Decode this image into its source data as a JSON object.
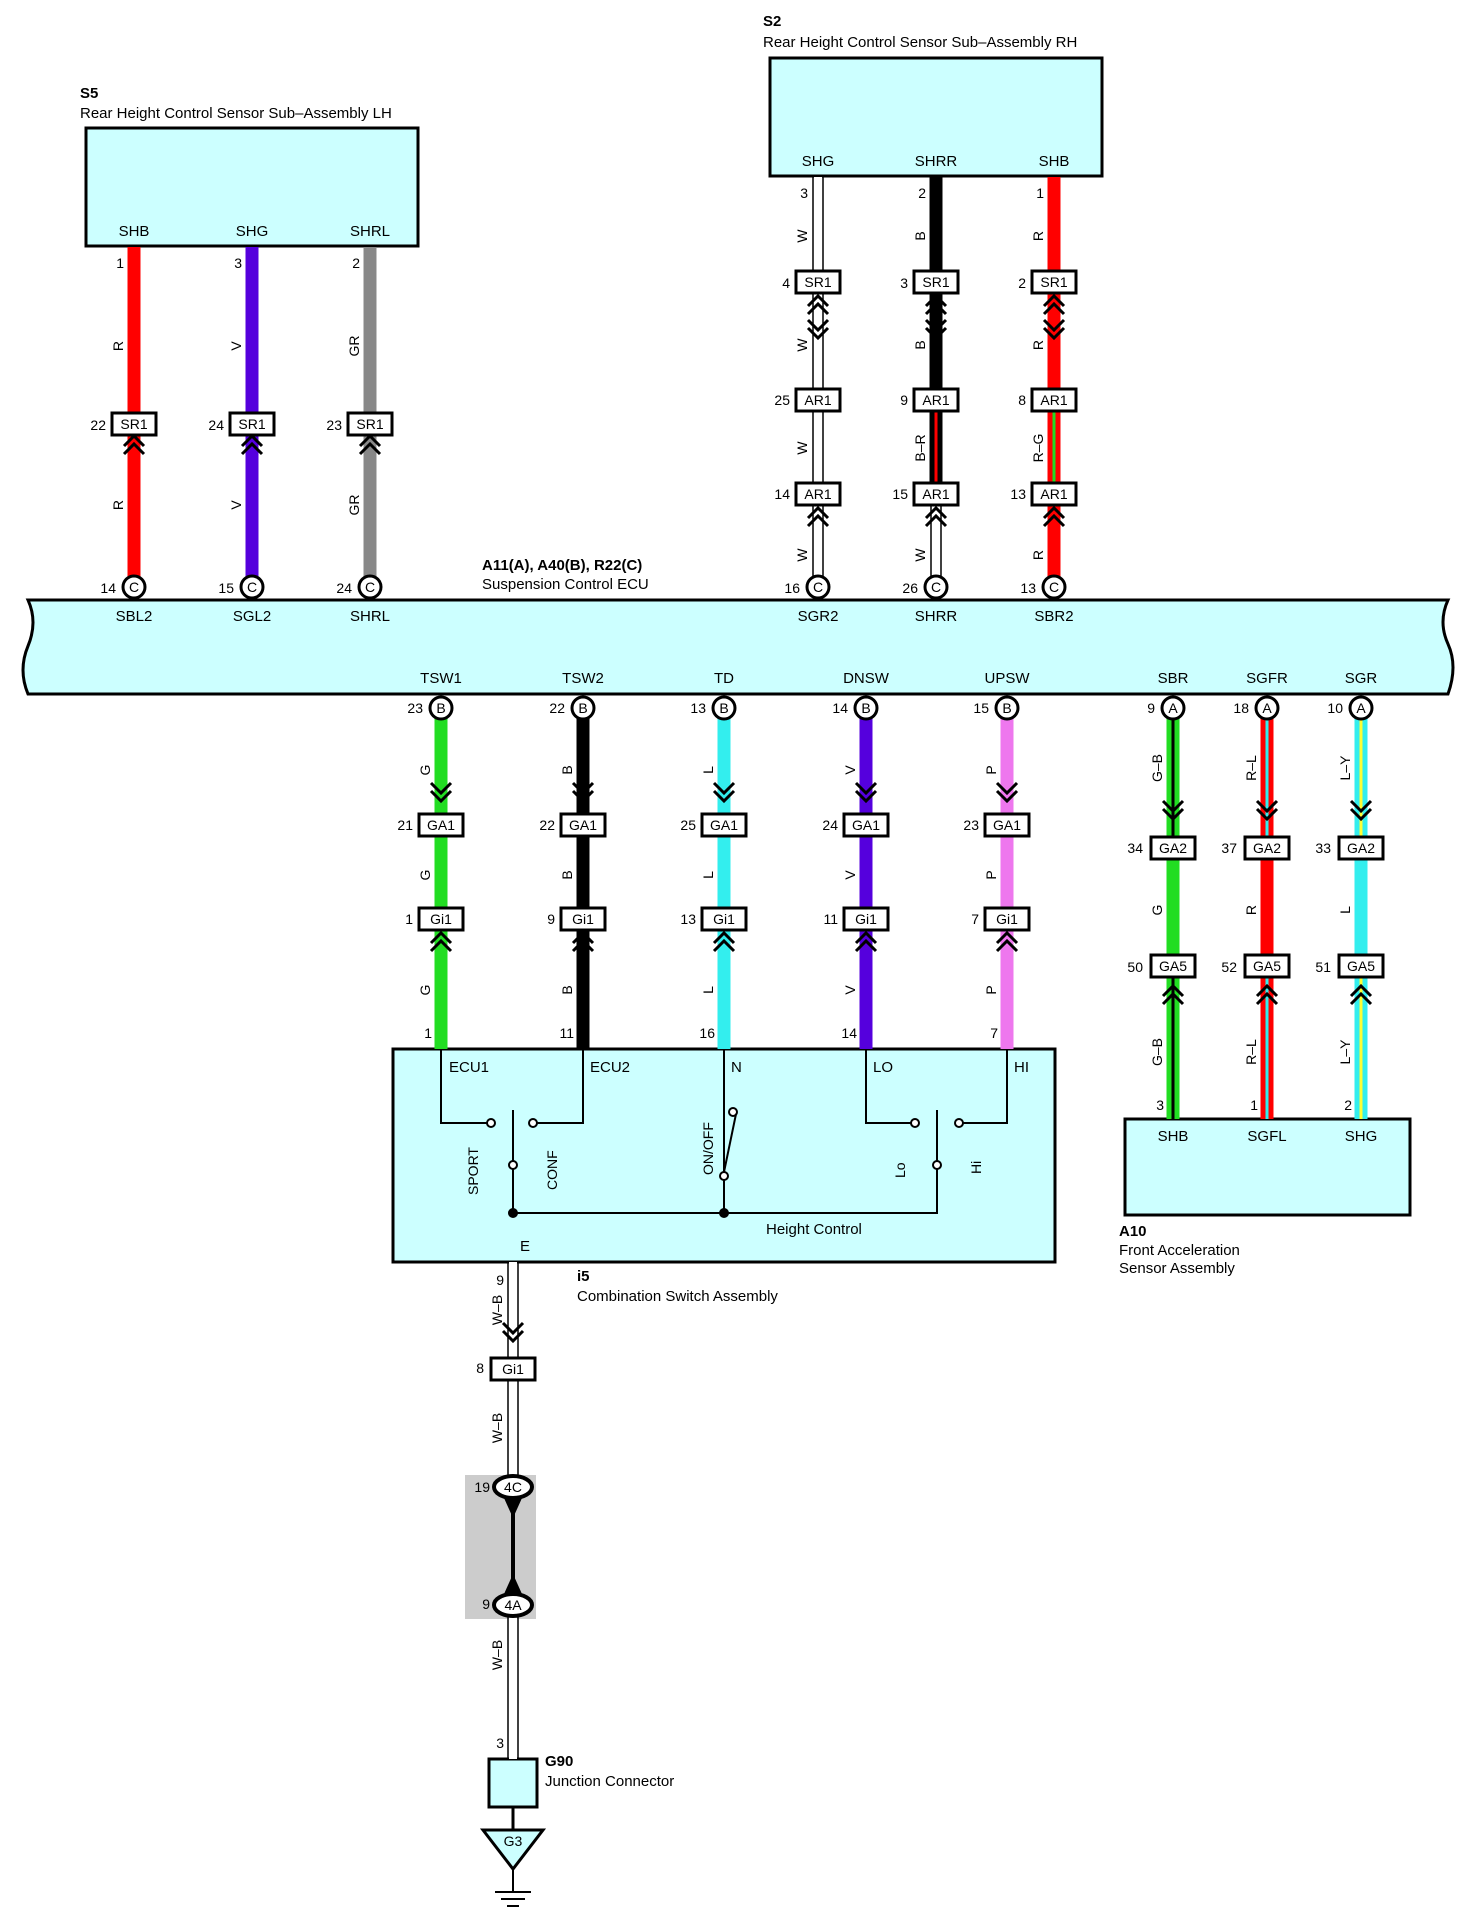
{
  "colors": {
    "component_fill": "#ccffff",
    "connector_shade": "#cccccc",
    "R": "#ff0000",
    "V": "#5500dd",
    "GR": "#888888",
    "W": "#ffffff",
    "B": "#000000",
    "G": "#22dd22",
    "L": "#33eeee",
    "P": "#ee77ee",
    "Y": "#ffff33"
  },
  "components": {
    "s5": {
      "code": "S5",
      "name": "Rear Height Control Sensor Sub–Assembly LH",
      "terminals": [
        "SHB",
        "SHG",
        "SHRL"
      ]
    },
    "s2": {
      "code": "S2",
      "name": "Rear Height Control Sensor Sub–Assembly RH",
      "terminals": [
        "SHG",
        "SHRR",
        "SHB"
      ]
    },
    "ecu": {
      "code": "A11(A), A40(B), R22(C)",
      "name": "Suspension Control ECU",
      "top_terminals": [
        "SBL2",
        "SGL2",
        "SHRL",
        "SGR2",
        "SHRR",
        "SBR2"
      ],
      "bottom_terminals": [
        "TSW1",
        "TSW2",
        "TD",
        "DNSW",
        "UPSW",
        "SBR",
        "SGFR",
        "SGR"
      ]
    },
    "i5": {
      "code": "i5",
      "name": "Combination Switch Assembly",
      "terminals": [
        "ECU1",
        "ECU2",
        "N",
        "LO",
        "HI",
        "E"
      ],
      "switch_labels": [
        "SPORT",
        "CONF",
        "ON/OFF",
        "Lo",
        "Hi"
      ],
      "inner_label": "Height Control"
    },
    "a10": {
      "code": "A10",
      "name_line1": "Front Acceleration",
      "name_line2": "Sensor Assembly",
      "terminals": [
        "SHB",
        "SGFL",
        "SHG"
      ]
    },
    "g90": {
      "code": "G90",
      "name": "Junction Connector"
    },
    "ground": {
      "label": "G3"
    }
  },
  "wires": [
    {
      "id": "w-sbl2",
      "color": "R",
      "labels": [
        "R",
        "R"
      ],
      "pins": [
        "1",
        "22",
        "14"
      ],
      "conns": [
        "SR1",
        "C"
      ]
    },
    {
      "id": "w-sgl2",
      "color": "V",
      "labels": [
        "V",
        "V"
      ],
      "pins": [
        "3",
        "24",
        "15"
      ],
      "conns": [
        "SR1",
        "C"
      ]
    },
    {
      "id": "w-shrl",
      "color": "GR",
      "labels": [
        "GR",
        "GR"
      ],
      "pins": [
        "2",
        "23",
        "24"
      ],
      "conns": [
        "SR1",
        "C"
      ]
    },
    {
      "id": "w-sgr2",
      "color": "W",
      "labels": [
        "W",
        "W",
        "W",
        "W"
      ],
      "pins": [
        "3",
        "4",
        "25",
        "14",
        "16"
      ],
      "conns": [
        "SR1",
        "AR1",
        "AR1",
        "C"
      ]
    },
    {
      "id": "w-shrr",
      "color": "B",
      "labels": [
        "B",
        "B",
        "B–R",
        "W"
      ],
      "pins": [
        "2",
        "3",
        "9",
        "15",
        "26"
      ],
      "conns": [
        "SR1",
        "AR1",
        "AR1",
        "C"
      ]
    },
    {
      "id": "w-sbr2",
      "color": "R",
      "labels": [
        "R",
        "R",
        "R–G",
        "R"
      ],
      "pins": [
        "1",
        "2",
        "8",
        "13",
        "13"
      ],
      "conns": [
        "SR1",
        "AR1",
        "AR1",
        "C"
      ]
    },
    {
      "id": "w-tsw1",
      "color": "G",
      "labels": [
        "G",
        "G",
        "G"
      ],
      "pins": [
        "23",
        "21",
        "1",
        "1"
      ],
      "conns": [
        "B",
        "GA1",
        "Gi1"
      ]
    },
    {
      "id": "w-tsw2",
      "color": "B",
      "labels": [
        "B",
        "B",
        "B"
      ],
      "pins": [
        "22",
        "22",
        "9",
        "11"
      ],
      "conns": [
        "B",
        "GA1",
        "Gi1"
      ]
    },
    {
      "id": "w-td",
      "color": "L",
      "labels": [
        "L",
        "L",
        "L"
      ],
      "pins": [
        "13",
        "25",
        "13",
        "16"
      ],
      "conns": [
        "B",
        "GA1",
        "Gi1"
      ]
    },
    {
      "id": "w-dnsw",
      "color": "V",
      "labels": [
        "V",
        "V",
        "V"
      ],
      "pins": [
        "14",
        "24",
        "11",
        "14"
      ],
      "conns": [
        "B",
        "GA1",
        "Gi1"
      ]
    },
    {
      "id": "w-upsw",
      "color": "P",
      "labels": [
        "P",
        "P",
        "P"
      ],
      "pins": [
        "15",
        "23",
        "7",
        "7"
      ],
      "conns": [
        "B",
        "GA1",
        "Gi1"
      ]
    },
    {
      "id": "w-sbr",
      "color": "G",
      "labels": [
        "G–B",
        "G",
        "G–B"
      ],
      "pins": [
        "9",
        "34",
        "50",
        "3"
      ],
      "conns": [
        "A",
        "GA2",
        "GA5"
      ]
    },
    {
      "id": "w-sgfr",
      "color": "R",
      "labels": [
        "R–L",
        "R",
        "R–L"
      ],
      "pins": [
        "18",
        "37",
        "52",
        "1"
      ],
      "conns": [
        "A",
        "GA2",
        "GA5"
      ]
    },
    {
      "id": "w-sgr",
      "color": "L",
      "labels": [
        "L–Y",
        "L",
        "L–Y"
      ],
      "pins": [
        "10",
        "33",
        "51",
        "2"
      ],
      "conns": [
        "A",
        "GA2",
        "GA5"
      ]
    },
    {
      "id": "w-ground",
      "color": "W",
      "labels": [
        "W–B",
        "W–B",
        "W–B"
      ],
      "pins": [
        "9",
        "8",
        "19",
        "9",
        "3"
      ],
      "conns": [
        "Gi1",
        "4C",
        "4A"
      ]
    }
  ]
}
